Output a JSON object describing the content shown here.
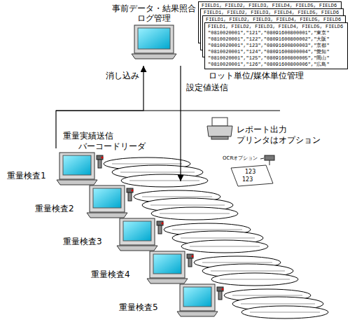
{
  "diagram": {
    "nodes": [
      {
        "text": [
          "事前データ・結果照合 ログ管理"
        ]
      },
      {
        "text": [
          "FIELD1, FIELD2, FIELD3, FIELD4, FIELD5, FIELD6"
        ]
      },
      {
        "text": [
          "FIELD1, FIELD2, FIELD3, FIELD4, FIELD5, FIELD6"
        ]
      },
      {
        "text": [
          "FIELD1, FIELD2, FIELD3, FIELD4, FIELD5, FIELD6"
        ]
      },
      {
        "text": [
          "FIELD1, FIELD2, FIELD3, FIELD4, FIELD5, FIELD6",
          "\"0810020001\",\"121\",\"08091600800001\",\"東京\"",
          "\"0810020001\",\"122\",\"08091600800002\",\"大阪\"",
          "\"0810020001\",\"123\",\"08091600800003\",\"京都\"",
          "\"0810020001\",\"124\",\"08091600800004\",\"愛知\"",
          "\"0810020001\",\"125\",\"08091600800005\",\"岡山\"",
          "\"0810020001\",\"126\",\"08091600800006\",\"広島\""
        ]
      },
      {
        "text": [
          "重量検査1"
        ]
      },
      {
        "text": [
          "重量検査2"
        ]
      },
      {
        "text": [
          "重量検査3"
        ]
      },
      {
        "text": [
          "重量検査4"
        ]
      },
      {
        "text": [
          "重量検査5"
        ]
      }
    ],
    "edges": [
      {
        "from": 5,
        "to": 0,
        "arrow": "to",
        "label": "消し込み"
      },
      {
        "from": 0,
        "to": 6,
        "arrow": "to",
        "label": "設定値送信"
      }
    ],
    "labels": [
      "ロット単位/媒体単位管理",
      "重量実績送信",
      "バーコードリーダ",
      "レポート出力",
      "プリンタはオプション",
      "OCRオプション",
      "123",
      "123"
    ]
  }
}
